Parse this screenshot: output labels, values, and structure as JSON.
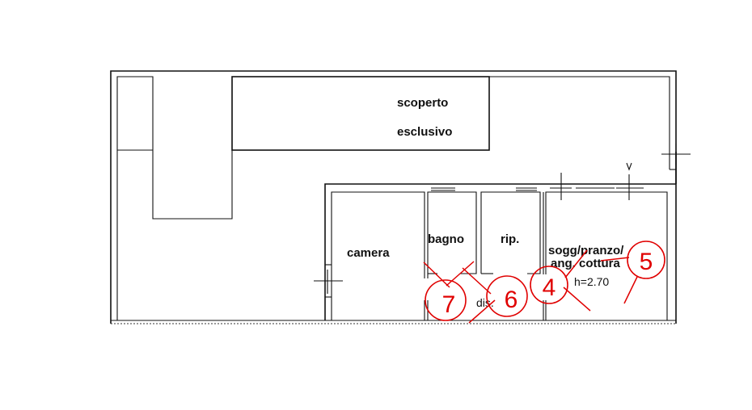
{
  "rooms": {
    "scoperto_line1": "scoperto",
    "scoperto_line2": "esclusivo",
    "camera": "camera",
    "bagno": "bagno",
    "rip": "rip.",
    "sogg_line1": "sogg/pranzo/",
    "sogg_line2": "ang. cottura",
    "height": "h=2.70",
    "dis": "dis."
  },
  "markers": {
    "m7": "7",
    "m6": "6",
    "m4": "4",
    "m5": "5"
  },
  "colors": {
    "walls": "#111111",
    "markers": "#e00000"
  }
}
